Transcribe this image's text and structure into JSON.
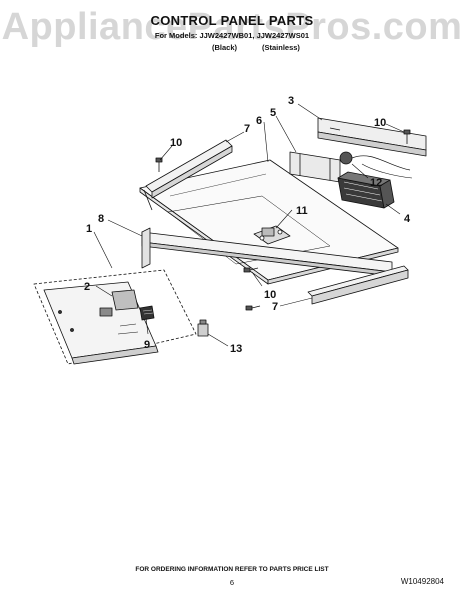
{
  "watermark": "AppliancePartsPros.com",
  "header": {
    "title": "CONTROL PANEL PARTS",
    "models": "For Models: JJW2427WB01, JJW2427WS01",
    "variant_black": "(Black)",
    "variant_stainless": "(Stainless)"
  },
  "callouts": [
    "1",
    "2",
    "3",
    "4",
    "5",
    "6",
    "7",
    "7",
    "8",
    "9",
    "10",
    "10",
    "10",
    "11",
    "12",
    "13"
  ],
  "footer": {
    "ordering_note": "FOR ORDERING INFORMATION REFER TO PARTS PRICE LIST",
    "page_number": "6",
    "document_number": "W10492804"
  }
}
